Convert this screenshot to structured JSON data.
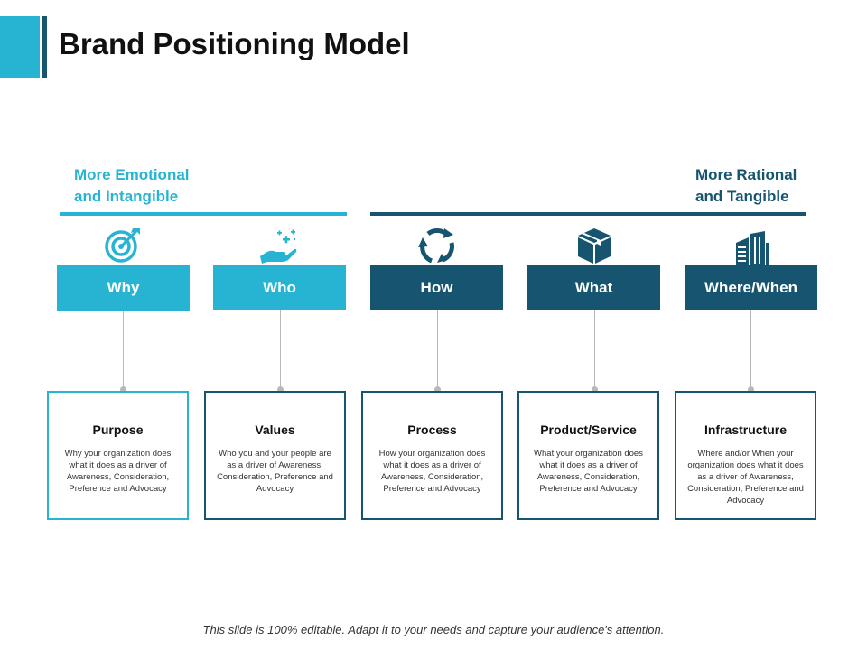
{
  "slide": {
    "title": "Brand Positioning Model",
    "footer": "This slide is 100% editable. Adapt it to your needs and capture your audience's attention."
  },
  "labels": {
    "left": {
      "line1": "More Emotional",
      "line2": "and Intangible",
      "color": "#27b4d3"
    },
    "right": {
      "line1": "More Rational",
      "line2": "and Tangible",
      "color": "#16546f"
    }
  },
  "colors": {
    "light": "#27b4d3",
    "dark": "#16546f",
    "connector": "#b9b9b9"
  },
  "columns": [
    {
      "header": "Why",
      "icon": "target-icon",
      "tone": "light",
      "card_title": "Purpose",
      "card_text": "Why your organization does what it does as a driver of Awareness, Consideration, Preference and Advocacy"
    },
    {
      "header": "Who",
      "icon": "hand-sparkle-icon",
      "tone": "light",
      "card_title": "Values",
      "card_text": "Who you and your people are as a driver of Awareness, Consideration, Preference and Advocacy"
    },
    {
      "header": "How",
      "icon": "cycle-arrows-icon",
      "tone": "dark",
      "card_title": "Process",
      "card_text": "How your organization does what it does as a driver of Awareness, Consideration, Preference and Advocacy"
    },
    {
      "header": "What",
      "icon": "box-icon",
      "tone": "dark",
      "card_title": "Product/Service",
      "card_text": "What your organization does what it does as a driver of Awareness, Consideration, Preference and Advocacy"
    },
    {
      "header": "Where/When",
      "icon": "buildings-icon",
      "tone": "dark",
      "card_title": "Infrastructure",
      "card_text": "Where and/or When your organization does what it does as a driver of Awareness, Consideration, Preference and Advocacy"
    }
  ]
}
